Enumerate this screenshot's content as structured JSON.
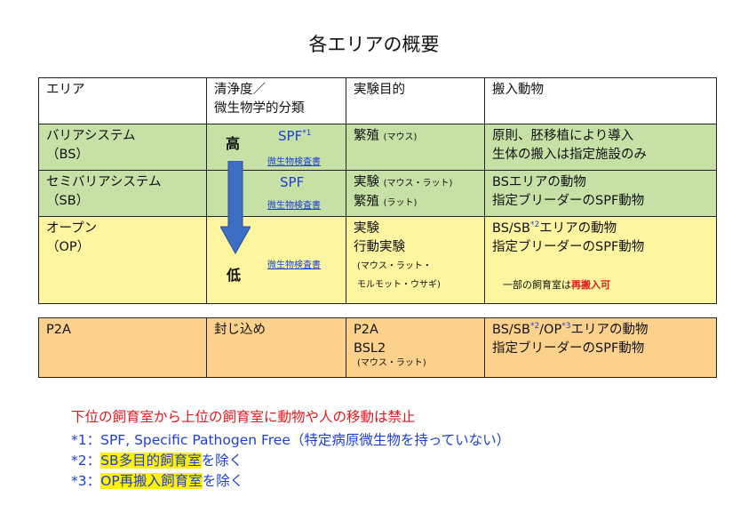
{
  "title": "各エリアの概要",
  "header": {
    "area": "エリア",
    "cleanliness_line1": "清浄度／",
    "cleanliness_line2": "微生物学的分類",
    "purpose": "実験目的",
    "import": "搬入動物"
  },
  "rows": {
    "bs": {
      "area_line1": "バリアシステム",
      "area_line2": "（BS）",
      "high_label": "高",
      "spf": "SPF",
      "spf_note": "*1",
      "cert": "微生物検査書",
      "purpose_main": "繁殖",
      "purpose_sub": "(マウス)",
      "import_line1": "原則、胚移植により導入",
      "import_line2": "生体の搬入は指定施設のみ"
    },
    "sb": {
      "area_line1": "セミバリアシステム",
      "area_line2": "（SB）",
      "spf": "SPF",
      "cert": "微生物検査書",
      "purpose_line1_main": "実験",
      "purpose_line1_sub": "(マウス・ラット)",
      "purpose_line2_main": "繁殖",
      "purpose_line2_sub": "(ラット)",
      "import_line1": "BSエリアの動物",
      "import_line2": "指定ブリーダーのSPF動物"
    },
    "op": {
      "area_line1": "オープン",
      "area_line2": "（OP）",
      "low_label": "低",
      "cert": "微生物検査書",
      "purpose_line1": "実験",
      "purpose_line2": "行動実験",
      "purpose_sub1": "(マウス・ラット・",
      "purpose_sub2": "モルモット・ウサギ)",
      "import_line1_a": "BS/SB",
      "import_line1_note": "*2",
      "import_line1_b": "エリアの動物",
      "import_line2": "指定ブリーダーのSPF動物",
      "import_note_a": "一部の飼育室は",
      "import_note_b": "再搬入可"
    },
    "p2a": {
      "area": "P2A",
      "cleanliness": "封じ込め",
      "purpose_line1": "P2A",
      "purpose_line2": "BSL2",
      "purpose_sub": "(マウス・ラット)",
      "import_line1_a": "BS/SB",
      "import_line1_note1": "*2",
      "import_line1_b": "/OP",
      "import_line1_note2": "*3",
      "import_line1_c": "エリアの動物",
      "import_line2": "指定ブリーダーのSPF動物"
    }
  },
  "notes": {
    "warning": "下位の飼育室から上位の飼育室に動物や人の移動は禁止",
    "n1": "*1：SPF, Specific Pathogen Free（特定病原微生物を持っていない）",
    "n2_a": "*2：",
    "n2_hl": "SB多目的飼育室",
    "n2_b": "を除く",
    "n3_a": "*3：",
    "n3_hl": "OP再搬入飼育室",
    "n3_b": "を除く"
  },
  "colors": {
    "green": "#c6e0a6",
    "yellow": "#fdf5a0",
    "orange": "#fbd18c",
    "arrow": "#3c6fc4",
    "blue_text": "#1e3fd6",
    "red_text": "#e8141c",
    "highlight": "#fff200"
  },
  "icons": {
    "arrow": "down-arrow-icon"
  }
}
